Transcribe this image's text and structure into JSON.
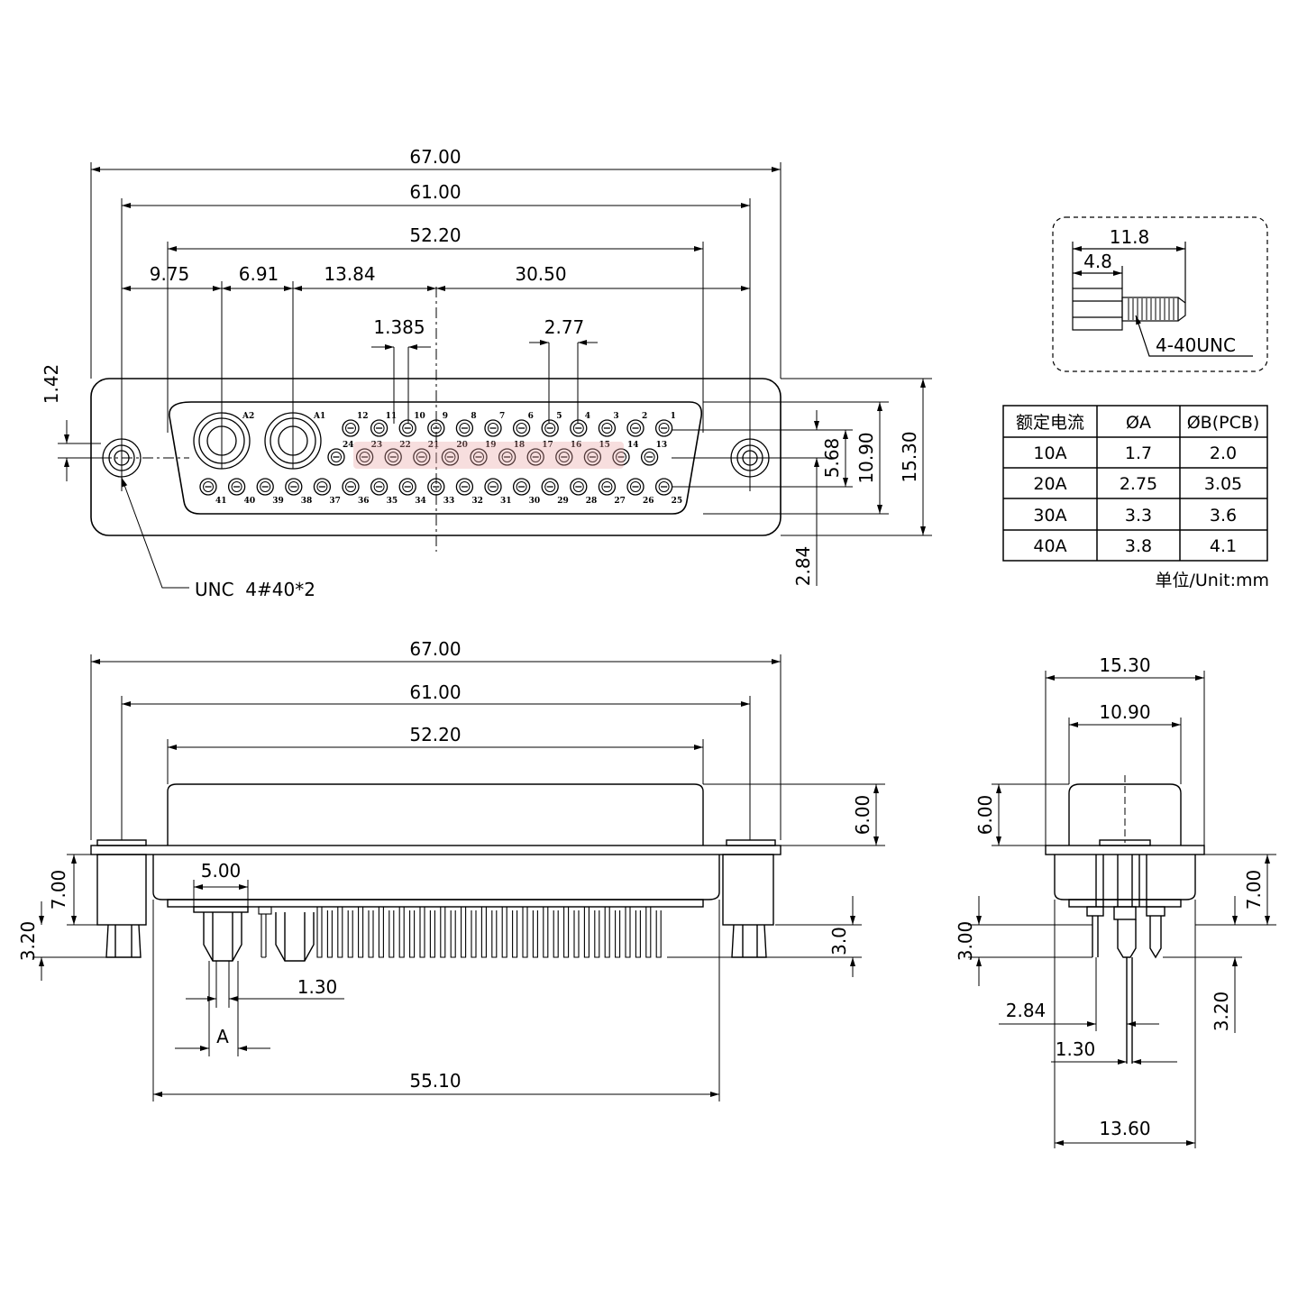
{
  "front_view": {
    "dims": {
      "overall": "67.00",
      "mount_spacing": "61.00",
      "shell_width": "52.20",
      "seg1": "9.75",
      "seg2": "6.91",
      "seg3": "13.84",
      "seg4": "30.50",
      "pin_offset": "1.385",
      "pin_pitch": "2.77",
      "mount_height": "1.42",
      "row_spacing": "5.68",
      "shell_height": "10.90",
      "flange_height": "15.30",
      "row_pitch": "2.84"
    },
    "thread_callout": "UNC  4#40*2",
    "coax_labels": [
      "A2",
      "A1"
    ],
    "row1_pins": [
      "12",
      "11",
      "10",
      "9",
      "8",
      "7",
      "6",
      "5",
      "4",
      "3",
      "2",
      "1"
    ],
    "row2_pins": [
      "24",
      "23",
      "22",
      "21",
      "20",
      "19",
      "18",
      "17",
      "16",
      "15",
      "14",
      "13"
    ],
    "row3_pins": [
      "41",
      "40",
      "39",
      "38",
      "37",
      "36",
      "35",
      "34",
      "33",
      "32",
      "31",
      "30",
      "29",
      "28",
      "27",
      "26",
      "25"
    ]
  },
  "screw_detail": {
    "length": "11.8",
    "head": "4.8",
    "thread": "4-40UNC"
  },
  "spec_table": {
    "headers": [
      "额定电流",
      "ØA",
      "ØB(PCB)"
    ],
    "rows": [
      [
        "10A",
        "1.7",
        "2.0"
      ],
      [
        "20A",
        "2.75",
        "3.05"
      ],
      [
        "30A",
        "3.3",
        "3.6"
      ],
      [
        "40A",
        "3.8",
        "4.1"
      ]
    ],
    "unit": "单位/Unit:mm"
  },
  "side_view": {
    "dims": {
      "overall": "67.00",
      "mount_spacing": "61.00",
      "shell_width": "52.20",
      "shell_depth": "6.00",
      "body_depth": "7.00",
      "tail_length": "3.20",
      "pin_tail": "3.0",
      "coax_spacing": "5.00",
      "pin_dia": "1.30",
      "coax_dia": "A",
      "body_width": "55.10"
    }
  },
  "end_view": {
    "dims": {
      "flange_height": "15.30",
      "shell_height": "10.90",
      "shell_depth": "6.00",
      "body_depth": "7.00",
      "pin_tail": "3.00",
      "tail_length": "3.20",
      "row_pitch": "2.84",
      "pin_dia": "1.30",
      "body_width": "13.60"
    }
  },
  "colors": {
    "line": "#000000",
    "watermark": "#e8a0a0"
  }
}
